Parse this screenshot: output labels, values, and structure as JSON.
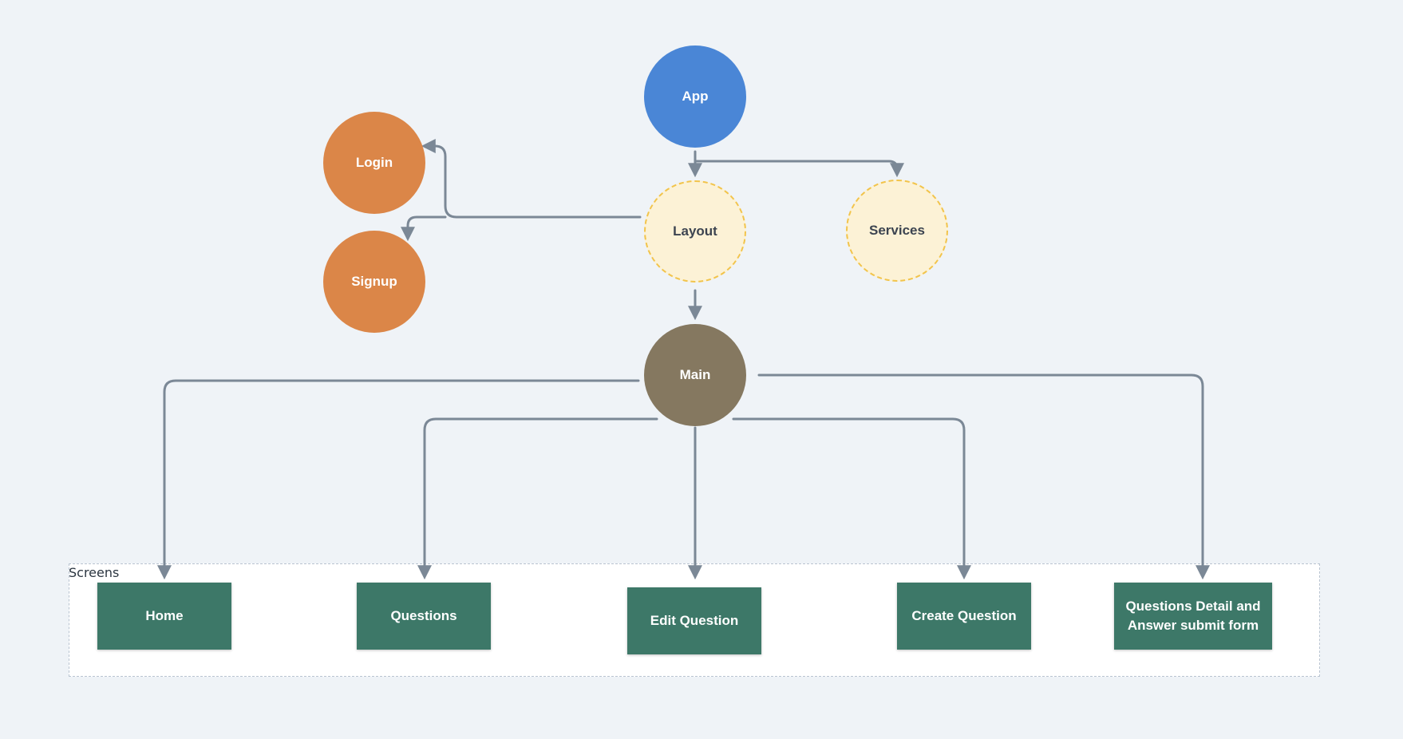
{
  "diagram": {
    "group": {
      "label": "Screens"
    },
    "nodes": {
      "app": {
        "label": "App",
        "color": "#4a86d6"
      },
      "login": {
        "label": "Login",
        "color": "#db8648"
      },
      "signup": {
        "label": "Signup",
        "color": "#db8648"
      },
      "layout": {
        "label": "Layout"
      },
      "services": {
        "label": "Services"
      },
      "main": {
        "label": "Main",
        "color": "#857860"
      },
      "home": {
        "label": "Home"
      },
      "questions": {
        "label": "Questions"
      },
      "edit_question": {
        "label": "Edit Question"
      },
      "create_question": {
        "label": "Create Question"
      },
      "question_detail": {
        "label": "Questions  Detail and\nAnswer submit form"
      }
    },
    "edges": [
      {
        "from": "App",
        "to": "Layout"
      },
      {
        "from": "App",
        "to": "Services"
      },
      {
        "from": "Layout",
        "to": "Login"
      },
      {
        "from": "Layout",
        "to": "Signup"
      },
      {
        "from": "Layout",
        "to": "Main"
      },
      {
        "from": "Main",
        "to": "Home"
      },
      {
        "from": "Main",
        "to": "Questions"
      },
      {
        "from": "Main",
        "to": "Edit Question"
      },
      {
        "from": "Main",
        "to": "Create Question"
      },
      {
        "from": "Main",
        "to": "Questions  Detail and Answer submit form"
      }
    ],
    "colors": {
      "edge": "#7b8896",
      "screen_box": "#3d7868",
      "dashed_border": "#f2c44b",
      "dashed_fill": "#fcf2d6"
    }
  }
}
